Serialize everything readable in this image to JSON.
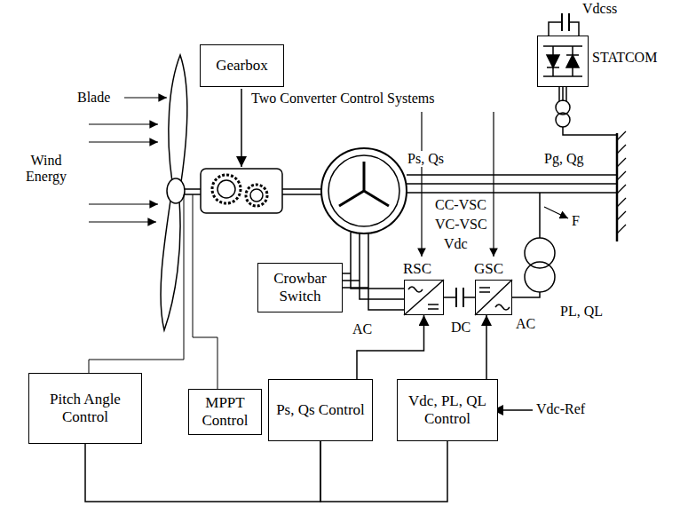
{
  "diagram": {
    "nodes": [
      {
        "text": [
          "Gearbox"
        ]
      },
      {
        "text": [
          "STATCOM"
        ]
      },
      {
        "text": [
          "Crowbar Switch"
        ]
      },
      {
        "text": [
          "RSC"
        ]
      },
      {
        "text": [
          "GSC"
        ]
      },
      {
        "text": [
          "Pitch Angle Control"
        ]
      },
      {
        "text": [
          "MPPT Control"
        ]
      },
      {
        "text": [
          "Ps, Qs Control"
        ]
      },
      {
        "text": [
          "Vdc, PL, QL Control"
        ]
      }
    ],
    "edges": [
      {
        "from": 7,
        "to": 3,
        "arrow": "to"
      },
      {
        "from": 8,
        "to": 4,
        "arrow": "to"
      },
      {
        "from": 5,
        "to": 7,
        "arrow": "none"
      },
      {
        "from": 7,
        "to": 8,
        "arrow": "none"
      },
      {
        "from": 3,
        "to": 4,
        "arrow": "none"
      }
    ],
    "labels": [
      "Blade",
      "Wind Energy",
      "Two Converter Control Systems",
      "Ps, Qs",
      "Pg, Qg",
      "CC-VSC",
      "VC-VSC",
      "Vdc",
      "F",
      "PL, QL",
      "AC",
      "DC",
      "AC",
      "Vdc-Ref",
      "Vdcss"
    ]
  }
}
